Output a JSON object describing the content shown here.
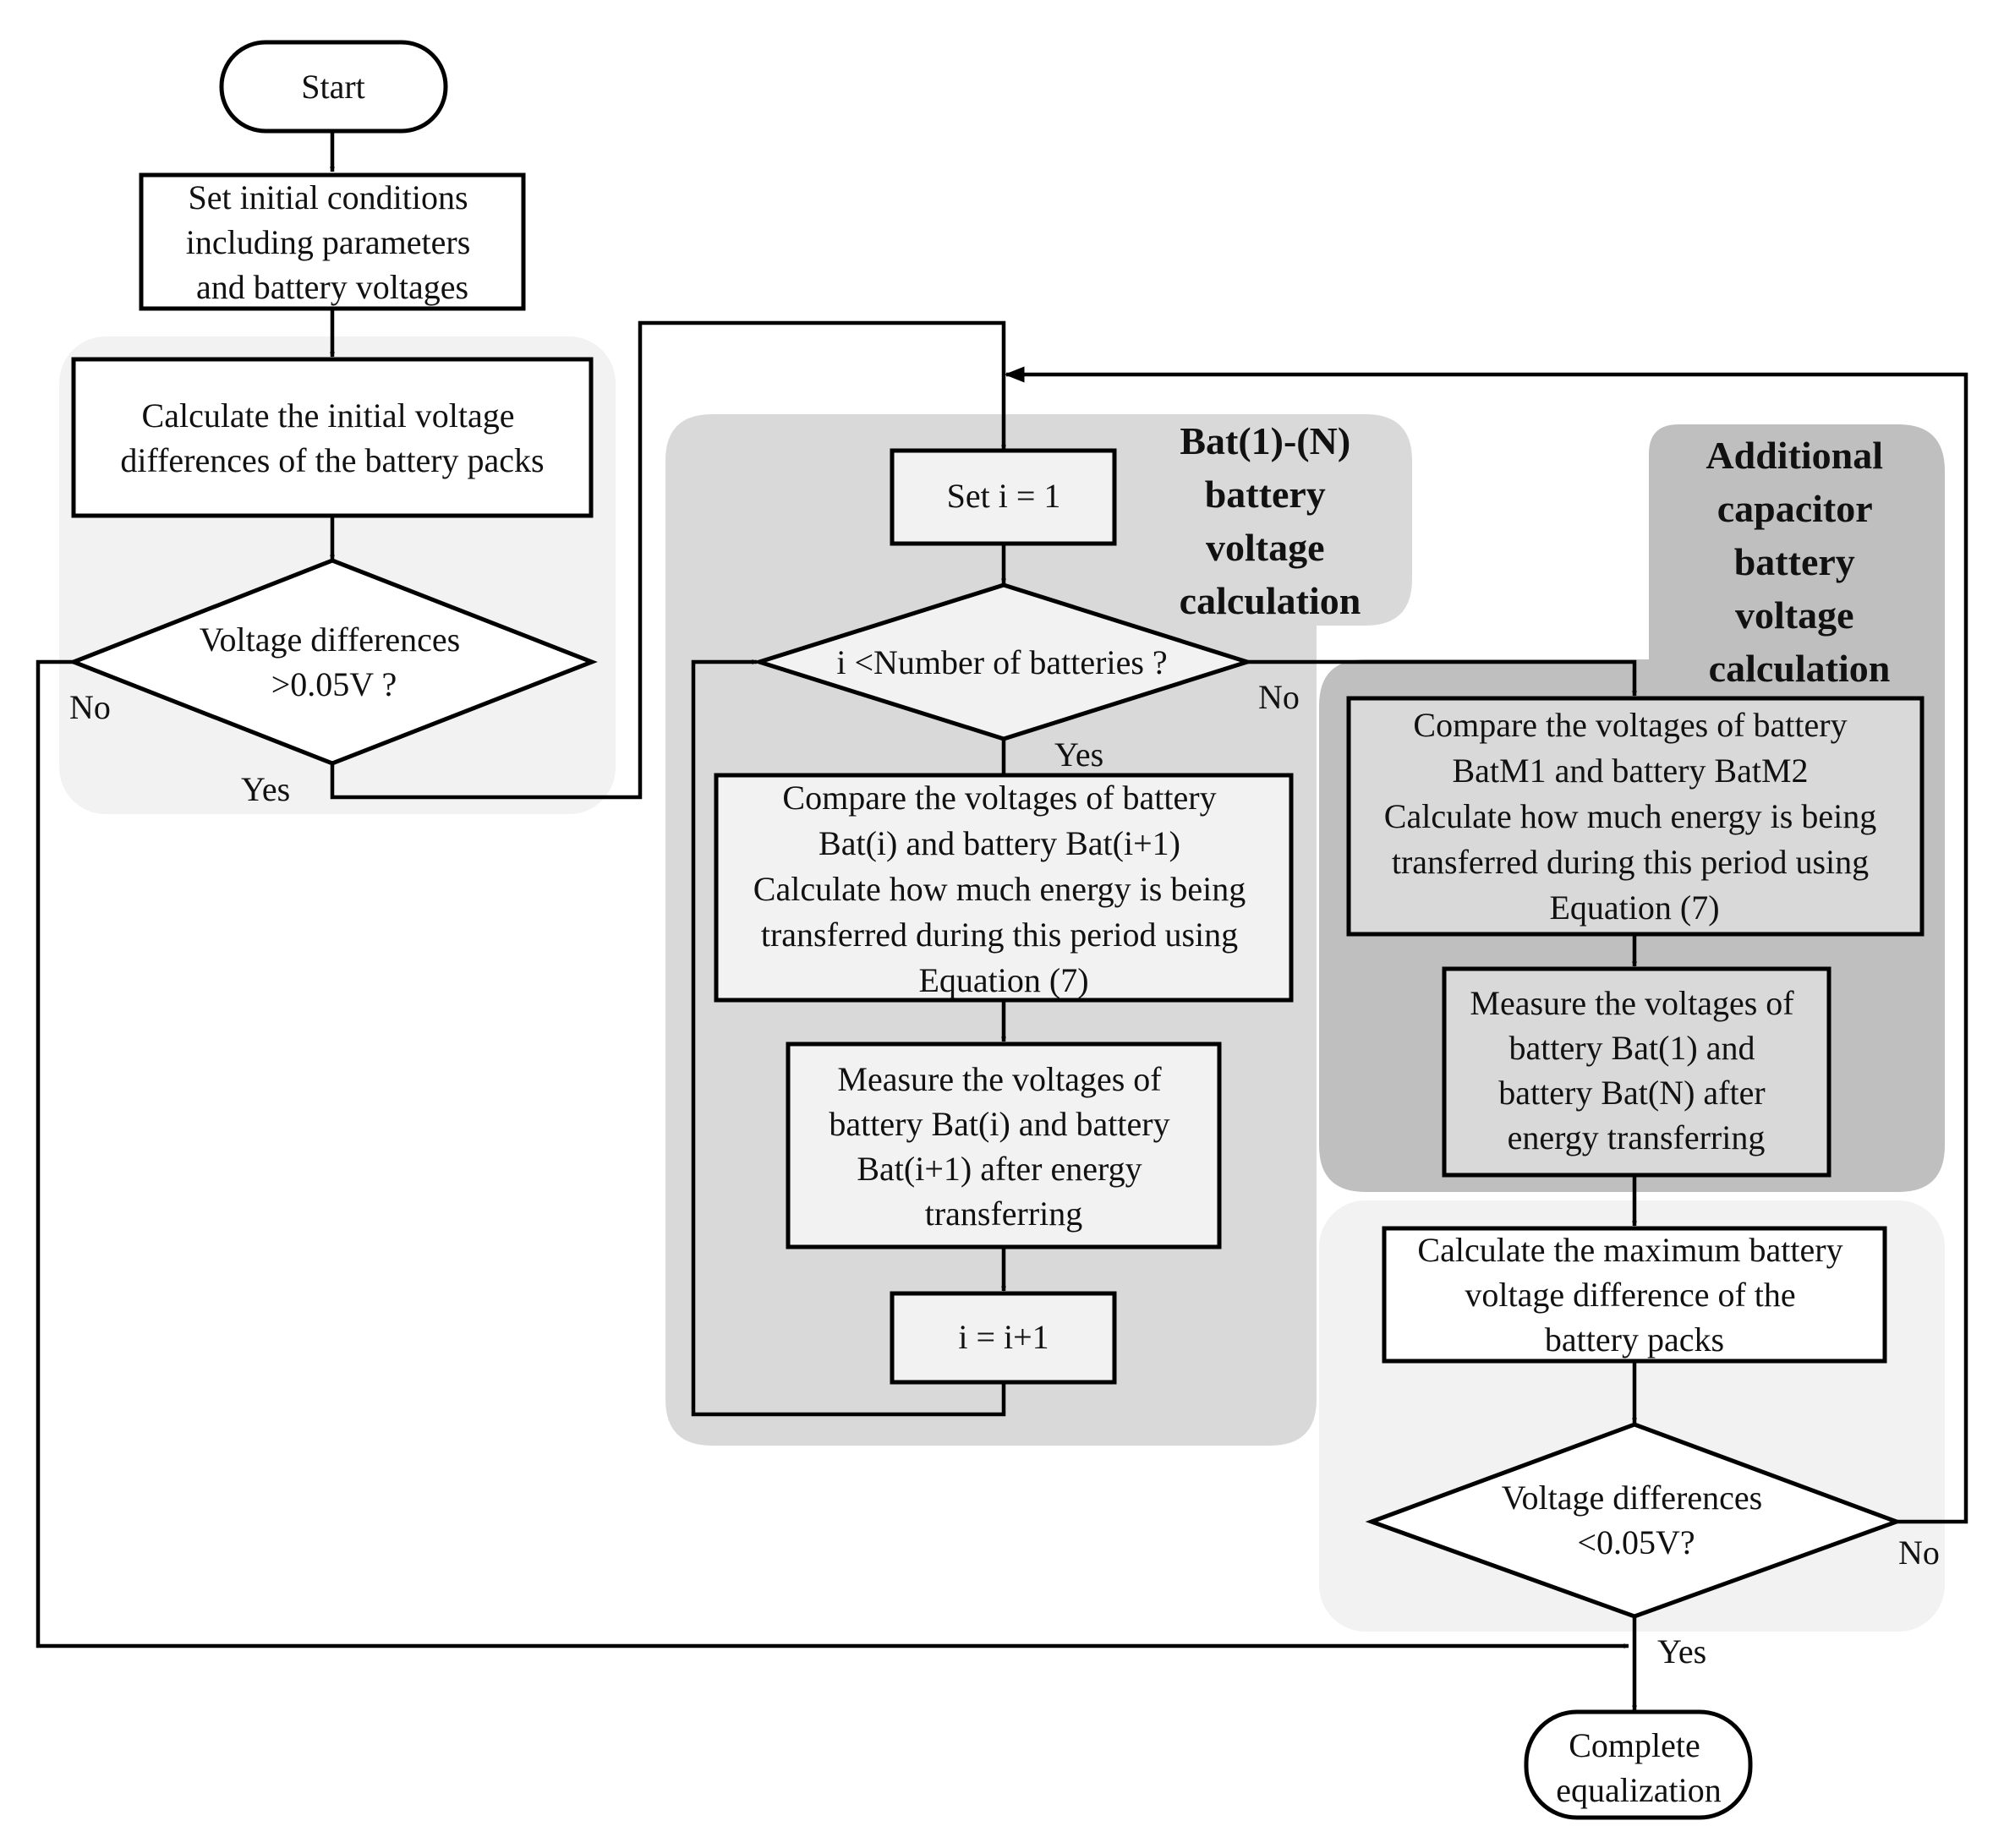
{
  "nodes": {
    "start": "Start",
    "init": [
      "Set initial conditions",
      "including parameters",
      "and battery voltages"
    ],
    "calc_initial": [
      "Calculate the initial voltage",
      "differences of the battery packs"
    ],
    "decision1": [
      "Voltage differences",
      ">0.05V ?"
    ],
    "set_i": "Set i = 1",
    "decision_i": "i <Number of batteries ?",
    "compare_i": [
      "Compare the voltages of battery",
      "Bat(i) and battery Bat(i+1)",
      "Calculate how much energy is being",
      "transferred during this period using",
      "Equation (7)"
    ],
    "measure_i": [
      "Measure the voltages of",
      "battery Bat(i) and battery",
      "Bat(i+1) after energy",
      "transferring"
    ],
    "increment": "i = i+1",
    "compare_m": [
      "Compare the voltages of battery",
      "BatM1 and battery BatM2",
      "Calculate how much energy is being",
      "transferred during this period using",
      "Equation (7)"
    ],
    "measure_m": [
      "Measure the voltages of",
      "battery Bat(1) and",
      "battery Bat(N) after",
      "energy transferring"
    ],
    "calc_max": [
      "Calculate the maximum battery",
      "voltage difference of the",
      "battery packs"
    ],
    "decision2": [
      "Voltage differences",
      "<0.05V?"
    ],
    "complete": [
      "Complete",
      "equalization"
    ]
  },
  "regions": {
    "bat_loop": [
      "Bat(1)-(N)",
      "battery",
      "voltage",
      "calculation"
    ],
    "additional": [
      "Additional",
      "capacitor",
      "battery",
      "voltage",
      "calculation"
    ]
  },
  "edge_labels": {
    "d1_no": "No",
    "d1_yes": "Yes",
    "di_no": "No",
    "di_yes": "Yes",
    "d2_no": "No",
    "d2_yes": "Yes"
  },
  "colors": {
    "region_light": "#f2f2f2",
    "region_mid": "#d9d9d9",
    "region_dark": "#bfbfbf",
    "box_white": "#ffffff",
    "box_light": "#f2f2f2",
    "box_mid": "#d9d9d9"
  }
}
